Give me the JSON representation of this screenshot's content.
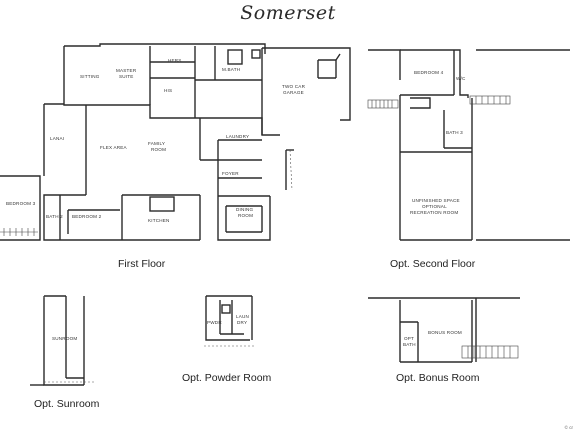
{
  "title": "Somerset",
  "captions": {
    "first_floor": "First Floor",
    "second_floor": "Opt. Second Floor",
    "sunroom": "Opt. Sunroom",
    "powder": "Opt. Powder Room",
    "bonus": "Opt. Bonus Room"
  },
  "rooms": {
    "sitting": "SITTING",
    "master_suite_1": "MASTER",
    "master_suite_2": "SUITE",
    "hers": "HERS",
    "his": "HIS",
    "mbath": "M.BATH",
    "garage_1": "TWO CAR",
    "garage_2": "GARAGE",
    "lanai": "LANAI",
    "flex": "FLEX AREA",
    "family_1": "FAMILY",
    "family_2": "ROOM",
    "laundry": "LAUNDRY",
    "foyer": "FOYER",
    "bedroom3": "BEDROOM 3",
    "bath2": "BATH 2",
    "bedroom2": "BEDROOM 2",
    "kitchen": "KITCHEN",
    "dining_1": "DINING",
    "dining_2": "ROOM",
    "bedroom4": "BEDROOM 4",
    "wic": "W/C",
    "bath3": "BATH 3",
    "unfinished_1": "UNFINISHED SPACE",
    "unfinished_2": "OPTIONAL",
    "unfinished_3": "RECREATION ROOM",
    "sunroom": "SUNROOM",
    "pwdr": "PWDR",
    "laun": "LAUN",
    "dry": "DRY",
    "bonus": "BONUS ROOM",
    "opt_bath_1": "OPT",
    "opt_bath_2": "BATH"
  },
  "copyright": "© cr"
}
